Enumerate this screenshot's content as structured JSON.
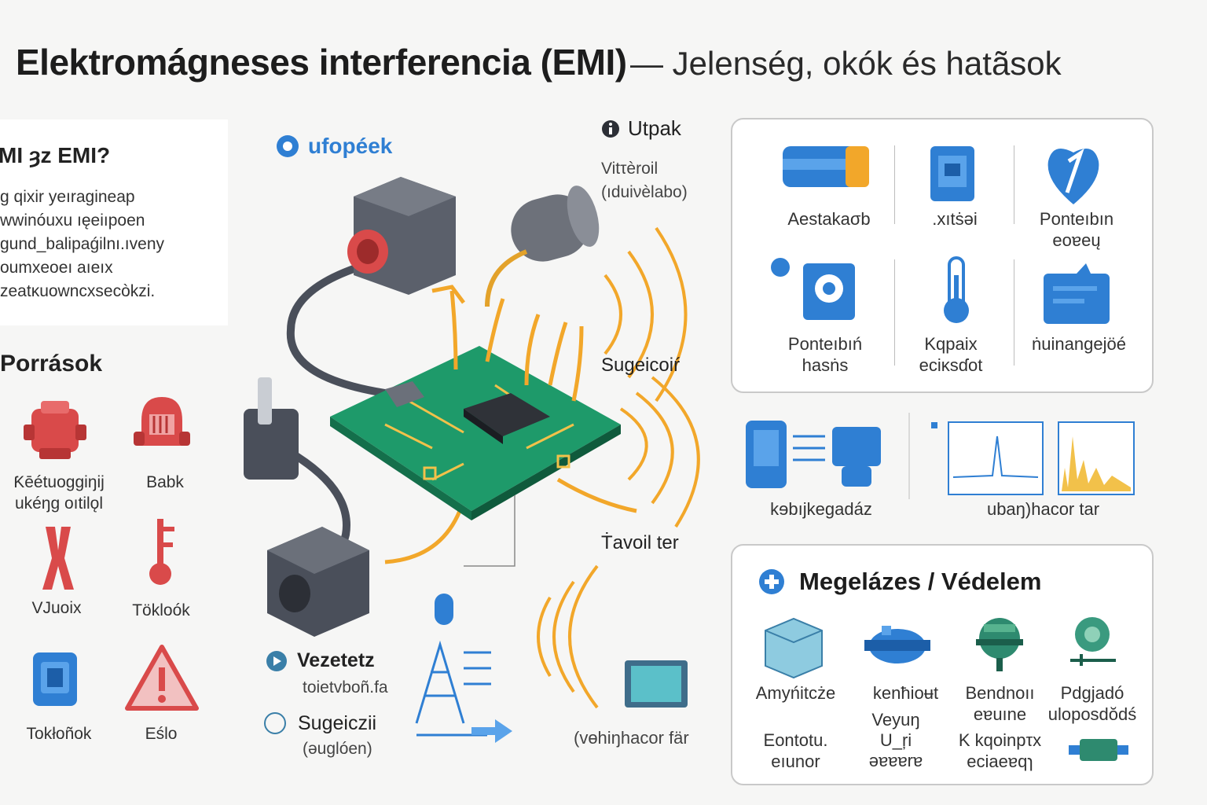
{
  "title": {
    "bold": "Elektromágneses interferencia (EMI)",
    "rest": "— Jelenség, okók és hatãsok"
  },
  "intro": {
    "heading": "MI ȝz EMI?",
    "text": "g qixir yeıragineap\nwwinóuxu ıęeiıpoen\ngund_balipaǵilnı.ıveny\noumxeoeı aıeıx\nzeatκuowncxsecòkzi."
  },
  "sources": {
    "heading": "Porrások",
    "items": [
      {
        "label": "Ƙēétuoggiŋĳ\nukéŋg oıtilǫl",
        "icon": "motor-icon",
        "color": "#d94a4a"
      },
      {
        "label": "Babk",
        "icon": "relay-icon",
        "color": "#d94a4a"
      },
      {
        "label": "VJuoix",
        "icon": "lightning-icon",
        "color": "#d94a4a"
      },
      {
        "label": "Tökloók",
        "icon": "key-icon",
        "color": "#d94a4a"
      },
      {
        "label": "Tokłoñok",
        "icon": "device-icon",
        "color": "#2f7fd3"
      },
      {
        "label": "Eślo",
        "icon": "warning-icon",
        "color": "#d94a4a"
      }
    ]
  },
  "center": {
    "badge": "ufopéek",
    "paths_title": "Utpak",
    "paths_sub": "Vitτèroil\n(ıduiνèlabo)",
    "sugeicoir": "Sugeicoiŕ",
    "tavoil": "Ṫavoil ter",
    "vezetetz": "Vezetetz",
    "vezetetz_sub": "toietvboñ.fa",
    "sugeiczii": "Sugeiczii",
    "sugeiczii_sub": "(əuglóen)",
    "bottom_lbl": "(vɵhiŋhacor fär"
  },
  "effects": {
    "items": [
      {
        "label": "Aestakaσb",
        "icon": "cable-icon"
      },
      {
        "label": ".xıtṡəi",
        "icon": "chip-icon"
      },
      {
        "label": "Ponteıbın\neoɐeų",
        "icon": "heart-icon"
      },
      {
        "label": "Ponteıbıń\nhasṅs",
        "icon": "speaker-icon"
      },
      {
        "label": "Kqpaix\neciκsɗot",
        "icon": "thermometer-icon"
      },
      {
        "label": "ṅuinangejöé",
        "icon": "message-icon"
      }
    ]
  },
  "measure": {
    "left_label": "kɘbıjkegadáz",
    "right_label": "ubaŋ)hacor tar"
  },
  "protection": {
    "title": "Megelázes / Védelem",
    "items": [
      {
        "label": "Amyńitcże",
        "icon": "shield-box-icon"
      },
      {
        "label": "kenħioʉt",
        "icon": "ferrite-icon"
      },
      {
        "label": "Bendnoıı\neɐuıne",
        "icon": "filter-icon"
      },
      {
        "label": "Pdgjadó\nuloposdŏdś",
        "icon": "ground-icon"
      },
      {
        "label": "Eontotu.\neıunor",
        "icon": "none"
      },
      {
        "label": "Veyuŋ\nU_ŗi\nəɐɐɐrɐ",
        "icon": "none"
      },
      {
        "label": "K kqoinpτx\neciaeɐqɿ",
        "icon": "none"
      },
      {
        "label": "",
        "icon": "connector-icon"
      }
    ]
  },
  "colors": {
    "pcb": "#1e9a6a",
    "wave": "#f2a72a",
    "blue": "#2f7fd3",
    "red": "#d94a4a"
  }
}
